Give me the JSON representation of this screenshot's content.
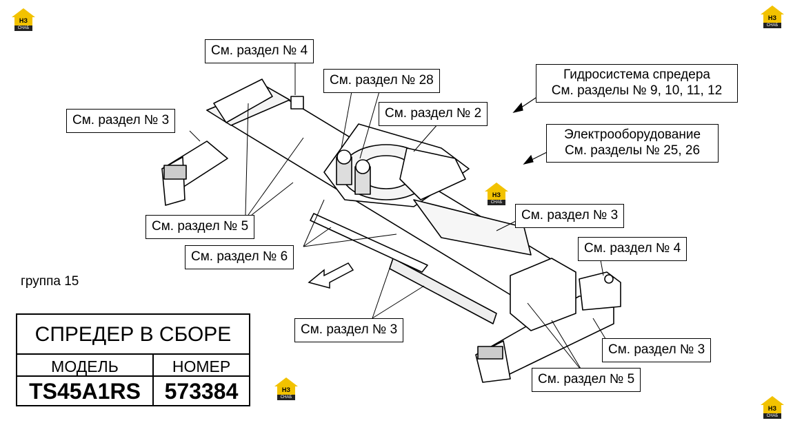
{
  "logo": {
    "mark": "НЗ",
    "sub": "СНАБ"
  },
  "callouts": {
    "sec4_top": "См. раздел № 4",
    "sec28": "См. раздел № 28",
    "sec2": "См. раздел № 2",
    "sec3_left": "См. раздел № 3",
    "hydraulics_title": "Гидросистема спредера",
    "hydraulics_sections": "См. разделы № 9, 10, 11, 12",
    "electrical_title": "Электрооборудование",
    "electrical_sections": "См. разделы № 25, 26",
    "sec5_left": "См. раздел № 5",
    "sec6": "См. раздел № 6",
    "sec3_right": "См. раздел № 3",
    "sec4_right": "См. раздел № 4",
    "sec3_bottom_center": "См. раздел № 3",
    "sec3_bottom_right": "См. раздел № 3",
    "sec5_bottom": "См. раздел № 5"
  },
  "group_label": "группа 15",
  "title_block": {
    "title": "СПРЕДЕР В СБОРЕ",
    "model_header": "МОДЕЛЬ",
    "number_header": "НОМЕР",
    "model_value": "TS45A1RS",
    "number_value": "573384"
  },
  "colors": {
    "logo_yellow": "#f2c200",
    "logo_dark": "#222222",
    "line": "#000000"
  }
}
